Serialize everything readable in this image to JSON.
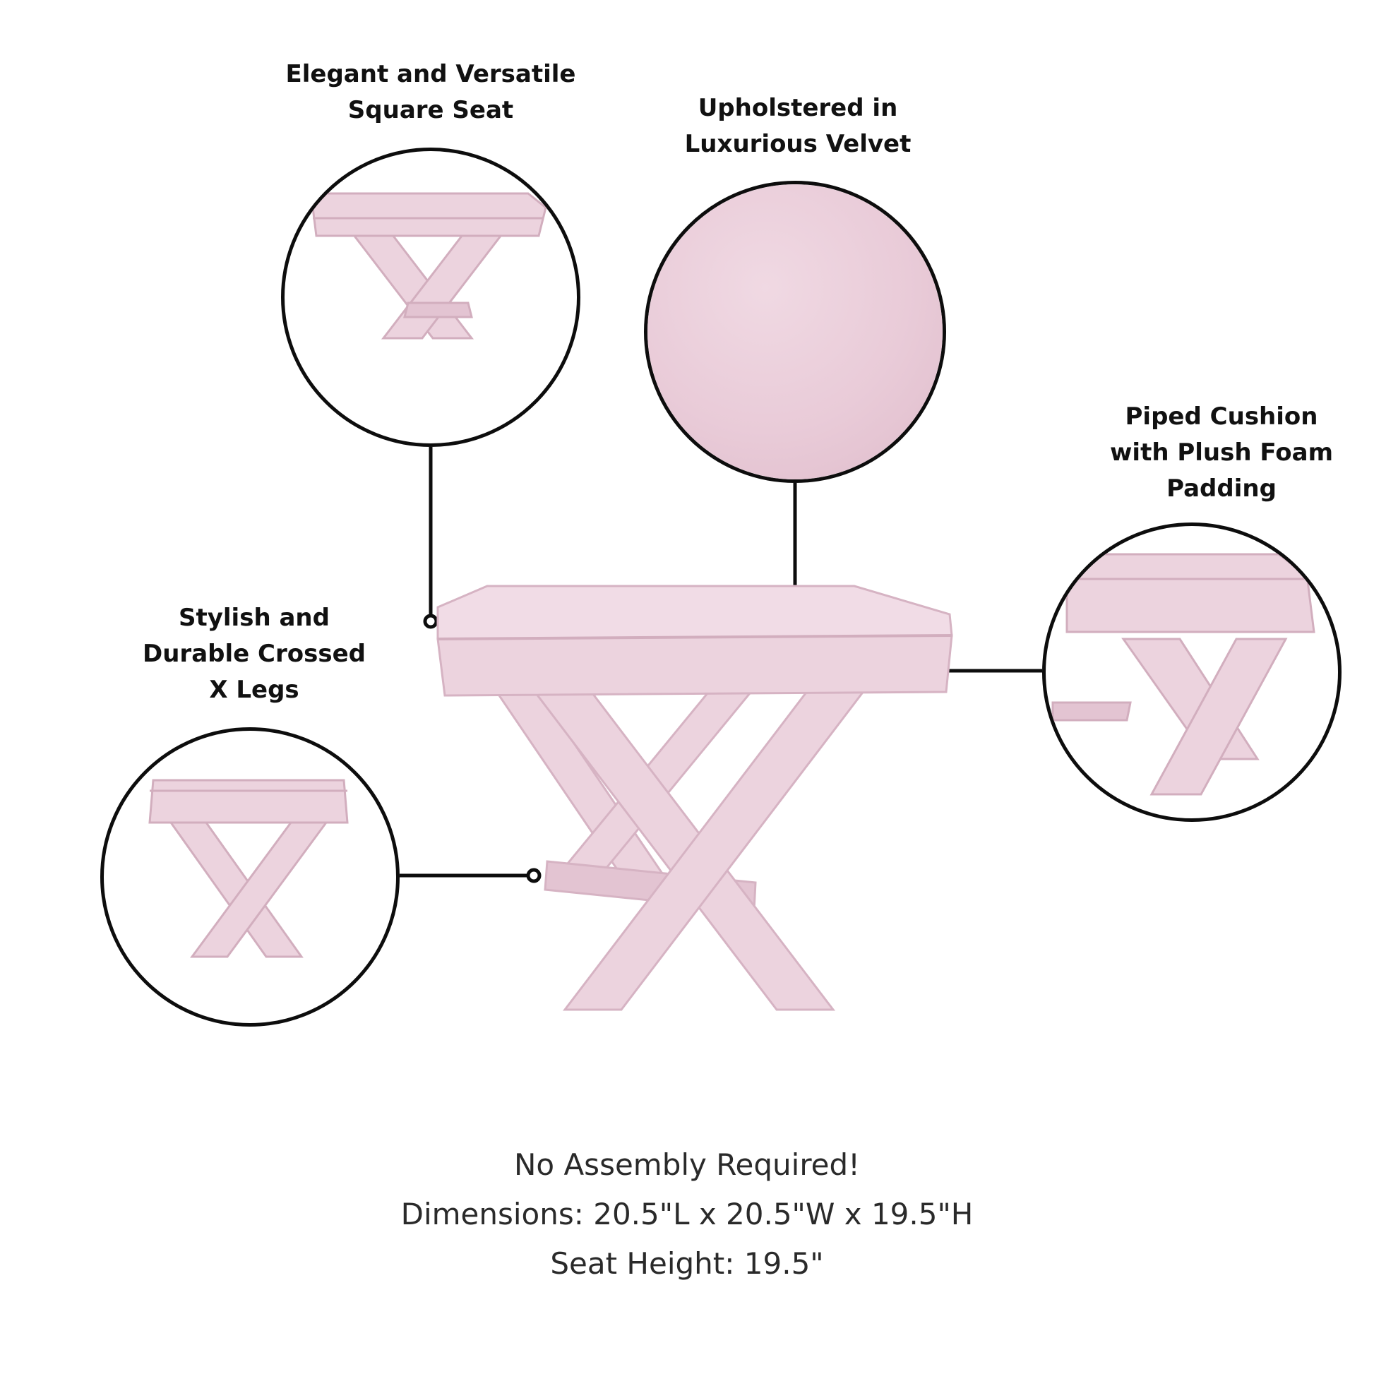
{
  "features": {
    "seat": {
      "lines": [
        "Elegant and Versatile",
        "Square Seat"
      ]
    },
    "velvet": {
      "lines": [
        "Upholstered in",
        "Luxurious Velvet"
      ]
    },
    "piped": {
      "lines": [
        "Piped Cushion",
        "with Plush Foam",
        "Padding"
      ]
    },
    "legs": {
      "lines": [
        "Stylish and",
        "Durable Crossed",
        "X Legs"
      ]
    }
  },
  "info": {
    "assembly": "No Assembly Required!",
    "dimensions": "Dimensions: 20.5\"L x 20.5\"W x 19.5\"H",
    "seat_height": "Seat Height: 19.5\""
  },
  "colors": {
    "upholstery": "#ecd3de",
    "upholstery_shadow": "#d9b6c6",
    "upholstery_light": "#f6e6ed",
    "outline": "#0d0d0d"
  }
}
